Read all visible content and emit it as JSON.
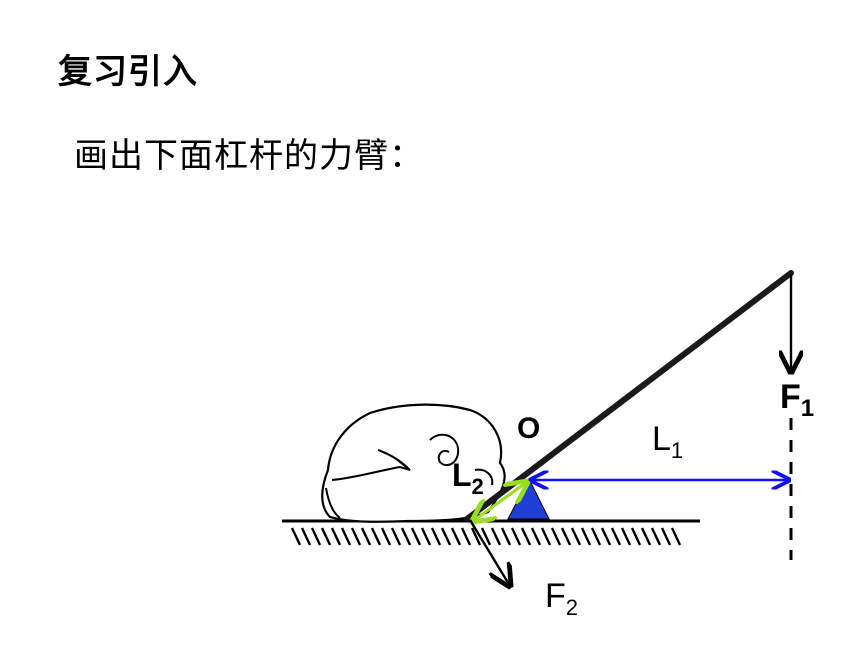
{
  "heading": "复习引入",
  "instruction": "画出下面杠杆的力臂：",
  "labels": {
    "pivot": "O",
    "force1": "F",
    "force1_sub": "1",
    "force2": "F",
    "force2_sub": "2",
    "arm1": "L",
    "arm1_sub": "1",
    "arm2": "L",
    "arm2_sub": "2"
  },
  "colors": {
    "lever": "#1a1a1a",
    "fulcrum": "#1f3fd6",
    "arm1_line": "#1010ff",
    "arm2_line": "#99dd22",
    "ground": "#000000"
  }
}
